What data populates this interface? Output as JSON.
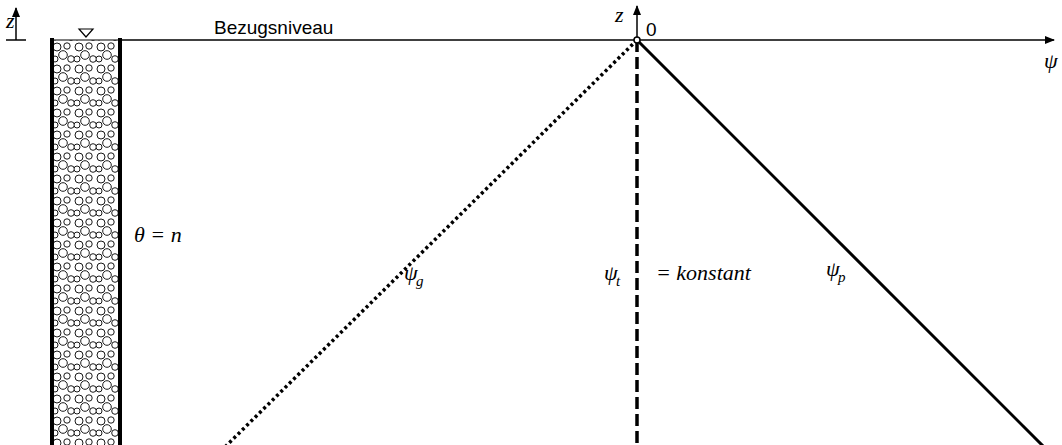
{
  "diagram": {
    "labels": [
      "z",
      "Bezugsniveau",
      "z",
      "0",
      "ψ",
      "θ = n",
      "ψ",
      "g",
      "ψ",
      "t",
      "= konstant",
      "ψ",
      "p"
    ]
  }
}
